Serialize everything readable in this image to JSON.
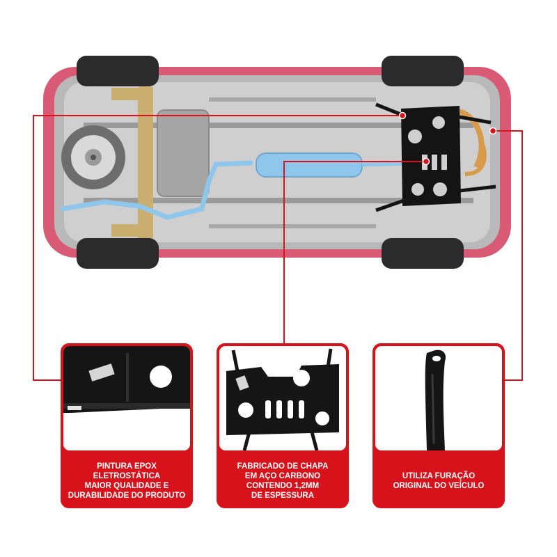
{
  "colors": {
    "accent_red": "#d8121b",
    "car_body": "#d85a74",
    "exhaust_blue": "#8fc6ec",
    "steel_black": "#141414"
  },
  "illustration": {
    "subject": "car-underbody-with-skid-plate",
    "icons": [
      "spare-wheel-icon",
      "exhaust-pipe-icon",
      "skid-plate-icon",
      "wheel-icon"
    ]
  },
  "features": [
    {
      "lines": [
        "PINTURA EPOX",
        "ELETROSTÁTICA",
        "MAIOR QUALIDADE E",
        "DURABILIDADE DO PRODUTO"
      ]
    },
    {
      "lines": [
        "FABRICADO DE CHAPA",
        "EM AÇO CARBONO",
        "CONTENDO 1,2MM",
        "DE ESPESSURA"
      ]
    },
    {
      "lines": [
        "UTILIZA FURAÇÃO",
        "ORIGINAL DO VEÍCULO"
      ]
    }
  ]
}
